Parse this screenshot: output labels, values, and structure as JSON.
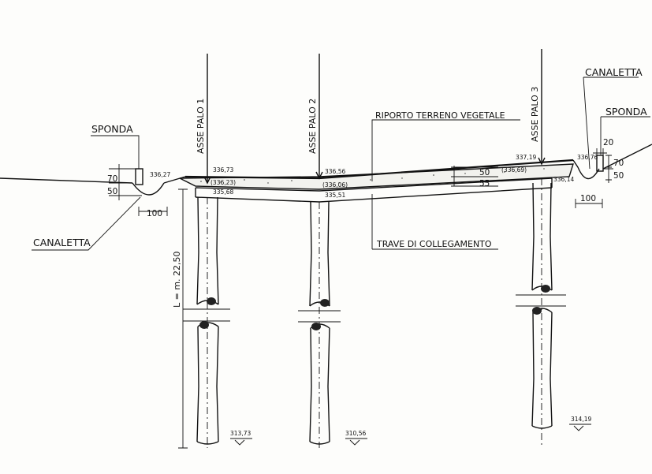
{
  "labels": {
    "sponda_left": "SPONDA",
    "sponda_right": "SPONDA",
    "canaletta_left": "CANALETTA",
    "canaletta_right": "CANALETTA",
    "asse_palo_1": "ASSE PALO 1",
    "asse_palo_2": "ASSE PALO 2",
    "asse_palo_3": "ASSE PALO 3",
    "riporto": "RIPORTO TERRENO VEGETALE",
    "trave": "TRAVE DI COLLEGAMENTO",
    "pile_length": "L = m. 22,50"
  },
  "elevations": {
    "left_ditch": "336,27",
    "palo1_top": "336,73",
    "palo1_mid": "(336,23)",
    "palo1_beam": "335,68",
    "palo1_tip": "313,73",
    "palo2_top": "336,56",
    "palo2_mid": "(336,06)",
    "palo2_beam": "335,51",
    "palo2_tip": "310,56",
    "palo3_top": "337,19",
    "palo3_mid": "(336,69)",
    "palo3_beam": "336,14",
    "palo3_tip": "314,19",
    "right_ditch": "336,76"
  },
  "dimensions": {
    "left_70": "70",
    "left_50": "50",
    "left_100": "100",
    "soil_50": "50",
    "soil_55": "55",
    "right_20": "20",
    "right_70": "70",
    "right_50": "50",
    "right_100": "100"
  }
}
